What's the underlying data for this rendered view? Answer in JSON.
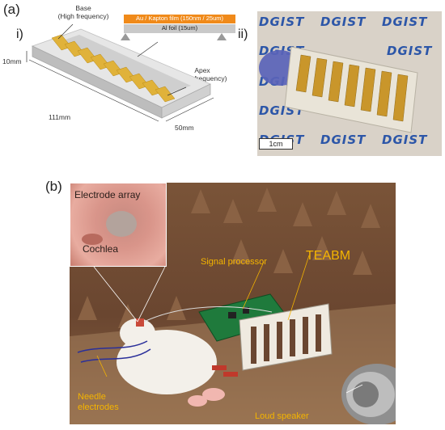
{
  "panel_a": {
    "label": "(a)",
    "sub_i": "i)",
    "sub_ii": "ii)",
    "base_label_line1": "Base",
    "base_label_line2": "(High frequency)",
    "apex_label_line1": "Apex",
    "apex_label_line2": "(Low frequency)",
    "legend_au": "Au / Kapton film (150nm / 25um)",
    "legend_al": "Al foil (15um)",
    "dim_height": "10mm",
    "dim_length": "111mm",
    "dim_width": "50mm",
    "scale_bar": "1cm",
    "watermark": "DGIST",
    "colors": {
      "gold": "#e0b23a",
      "orange": "#f08a1a",
      "block": "#d8d8d8"
    }
  },
  "panel_b": {
    "label": "(b)",
    "inset_electrode": "Electrode array",
    "inset_cochlea": "Cochlea",
    "signal_processor": "Signal processor",
    "teabm": "TEABM",
    "needle_line1": "Needle",
    "needle_line2": "electrodes",
    "loud_speaker": "Loud speaker",
    "colors": {
      "label_yellow": "#f4b400",
      "foam": "#8a6244"
    }
  }
}
